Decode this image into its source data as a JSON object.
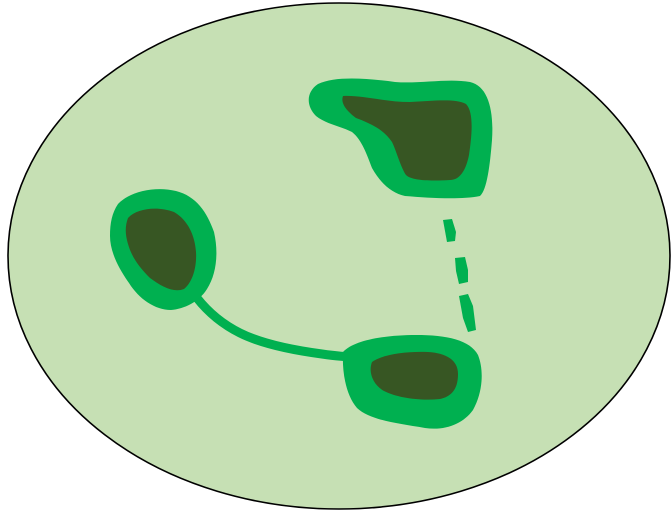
{
  "colors": {
    "background": "#ffffff",
    "cell_fill": "#c6e0b4",
    "cell_outline": "#000000",
    "region_halo": "#00b050",
    "region_core": "#375623",
    "connector": "#00b050"
  },
  "diagram": {
    "cell": {
      "shape": "ellipse",
      "outline": true
    },
    "regions": [
      {
        "id": "top-right",
        "core_color": "#375623",
        "halo_color": "#00b050"
      },
      {
        "id": "left",
        "core_color": "#375623",
        "halo_color": "#00b050"
      },
      {
        "id": "bottom-right",
        "core_color": "#375623",
        "halo_color": "#00b050"
      }
    ],
    "connections": [
      {
        "from": "left",
        "to": "bottom-right",
        "style": "solid"
      },
      {
        "from": "top-right",
        "to": "bottom-right",
        "style": "dashed"
      }
    ]
  }
}
